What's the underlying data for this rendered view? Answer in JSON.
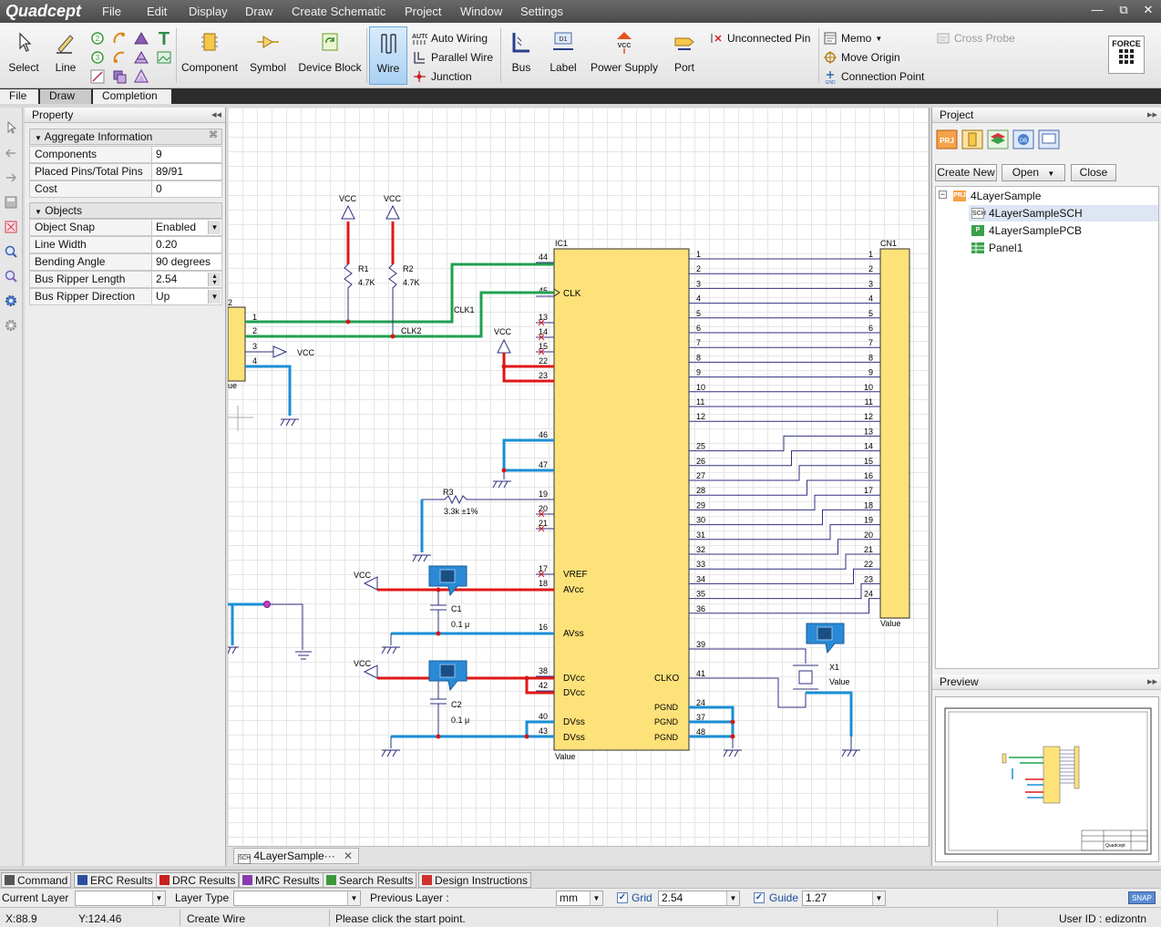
{
  "app": {
    "logo": "Quadcept"
  },
  "menu": [
    "File",
    "Edit",
    "Display",
    "Draw",
    "Create Schematic",
    "Project",
    "Window",
    "Settings"
  ],
  "window_buttons": [
    "—",
    "⧉",
    "✕"
  ],
  "ribbon": {
    "select": "Select",
    "line": "Line",
    "component": "Component",
    "symbol": "Symbol",
    "device_block": "Device Block",
    "wire": "Wire",
    "auto_wiring": "Auto Wiring",
    "parallel_wire": "Parallel Wire",
    "junction": "Junction",
    "bus": "Bus",
    "label": "Label",
    "power_supply": "Power Supply",
    "port": "Port",
    "unconnected_pin": "Unconnected Pin",
    "memo": "Memo",
    "move_origin": "Move Origin",
    "connection_point": "Connection Point",
    "cross_probe": "Cross Probe",
    "force": "FORCE"
  },
  "ribbon_tabs": [
    "File",
    "Draw",
    "Completion"
  ],
  "property_panel": {
    "title": "Property",
    "aggregate_header": "Aggregate Information",
    "aggregate": [
      {
        "key": "Components",
        "value": "9"
      },
      {
        "key": "Placed Pins/Total Pins",
        "value": "89/91"
      },
      {
        "key": "Cost",
        "value": "0"
      }
    ],
    "objects_header": "Objects",
    "objects": [
      {
        "key": "Object Snap",
        "value": "Enabled"
      },
      {
        "key": "Line Width",
        "value": "0.20"
      },
      {
        "key": "Bending Angle",
        "value": "90 degrees"
      },
      {
        "key": "Bus Ripper Length",
        "value": "2.54"
      },
      {
        "key": "Bus Ripper Direction",
        "value": "Up"
      }
    ]
  },
  "schematic": {
    "ic_name": "IC1",
    "ic_value": "Value",
    "cn_name": "CN1",
    "cn_value": "Value",
    "vcc": "VCC",
    "clk_pin": "CLK",
    "vref": "VREF",
    "avcc": "AVcc",
    "avss": "AVss",
    "dvcc": "DVcc",
    "dvss": "DVss",
    "clko": "CLKO",
    "pgnd": "PGND",
    "clk1": "CLK1",
    "clk2": "CLK2",
    "r1": "R1",
    "r1v": "4.7K",
    "r2": "R2",
    "r2v": "4.7K",
    "r3": "R3",
    "r3v": "3.3k ±1%",
    "c1": "C1",
    "c1v": "0.1 μ",
    "c2": "C2",
    "c2v": "0.1 μ",
    "x1": "X1",
    "x1v": "Value",
    "left_part_value": "ue",
    "left_part_pins": [
      "1",
      "2",
      "3",
      "4"
    ],
    "left_part_ref": "2",
    "ic_left_pins": [
      "44",
      "45",
      "13",
      "14",
      "15",
      "22",
      "23",
      "46",
      "47",
      "19",
      "20",
      "21",
      "17",
      "18",
      "16",
      "38",
      "42",
      "40",
      "43"
    ],
    "ic_right_pins_top": [
      "1",
      "2",
      "3",
      "4",
      "5",
      "6",
      "7",
      "8",
      "9",
      "10",
      "11",
      "12"
    ],
    "ic_right_pins_bottom": [
      "25",
      "26",
      "27",
      "28",
      "29",
      "30",
      "31",
      "32",
      "33",
      "34",
      "35",
      "36"
    ],
    "ic_right_pins_misc": [
      "39",
      "41",
      "24",
      "37",
      "48"
    ],
    "cn_pins": [
      "1",
      "2",
      "3",
      "4",
      "5",
      "6",
      "7",
      "8",
      "9",
      "10",
      "11",
      "12",
      "13",
      "14",
      "15",
      "16",
      "17",
      "18",
      "19",
      "20",
      "21",
      "22",
      "23",
      "24"
    ]
  },
  "doc_tab": {
    "label": "4LayerSample···",
    "close": "✕"
  },
  "project_panel": {
    "title": "Project",
    "buttons": {
      "create_new": "Create New",
      "open": "Open",
      "close": "Close"
    },
    "tree": [
      {
        "label": "4LayerSample",
        "icon": "PRJ"
      },
      {
        "label": "4LayerSampleSCH",
        "icon": "SCH"
      },
      {
        "label": "4LayerSamplePCB",
        "icon": "P"
      },
      {
        "label": "Panel1",
        "icon": ""
      }
    ]
  },
  "preview_panel": {
    "title": "Preview",
    "brand": "Quadcept"
  },
  "bottom_tabs": [
    "Command",
    "ERC Results",
    "DRC Results",
    "MRC Results",
    "Search Results",
    "Design Instructions"
  ],
  "layer_bar": {
    "current_layer": "Current Layer",
    "layer_type": "Layer Type",
    "previous_layer": "Previous Layer :",
    "unit": "mm",
    "grid_label": "Grid",
    "grid_value": "2.54",
    "guide_label": "Guide",
    "guide_value": "1.27",
    "snap": "SNAP"
  },
  "status": {
    "x": "X:88.9",
    "y": "Y:124.46",
    "mode": "Create Wire",
    "message": "Please click the start point.",
    "user": "User ID : edizontn"
  },
  "colors": {
    "wire_red": "#e01818",
    "wire_blue": "#1a8fd6",
    "wire_green": "#20a050",
    "part_fill": "#fde27a",
    "signal_line": "#303080"
  }
}
